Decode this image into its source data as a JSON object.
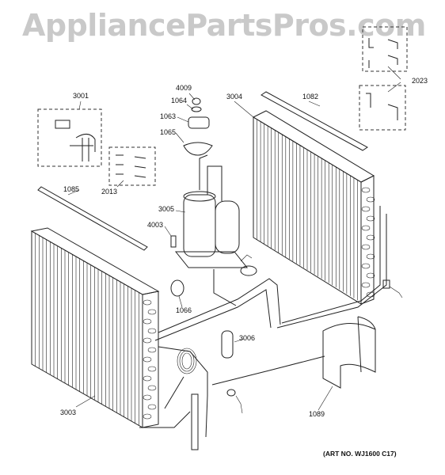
{
  "watermark": "AppliancePartsPros.com",
  "art_number": "(ART NO. WJ1600 C17)",
  "callouts": {
    "p3001": "3001",
    "p2013": "2013",
    "p1085": "1085",
    "p4009": "4009",
    "p1064": "1064",
    "p1063": "1063",
    "p1065": "1065",
    "p3005": "3005",
    "p4003": "4003",
    "p1066": "1066",
    "p3004": "3004",
    "p1082": "1082",
    "p2023": "2023",
    "p3006": "3006",
    "p3003": "3003",
    "p1089": "1089"
  }
}
